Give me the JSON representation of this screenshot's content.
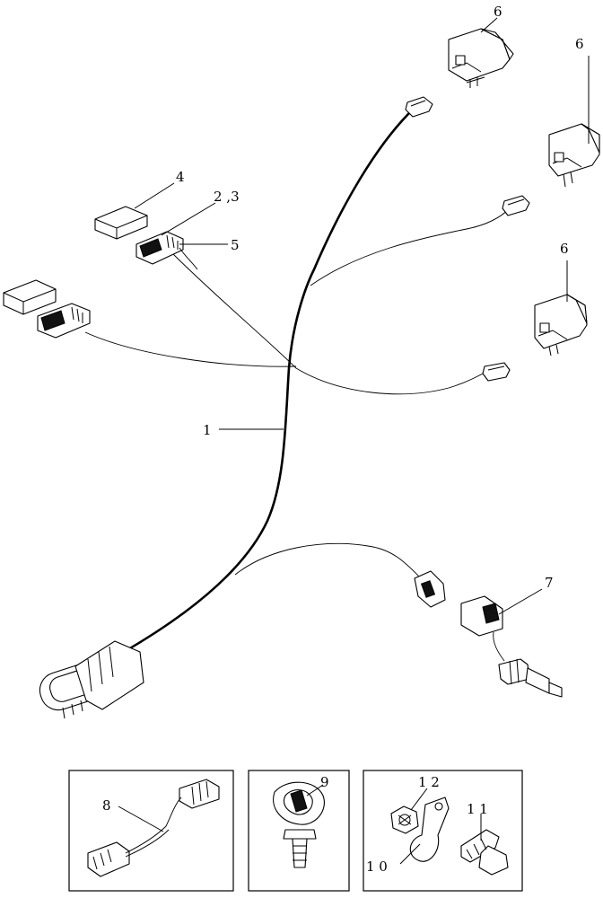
{
  "callouts": {
    "harness": "1",
    "connector_pair": "2  ,3",
    "cover": "4",
    "terminal": "5",
    "switch_top": "6",
    "switch_mid": "6",
    "switch_low": "6",
    "sensor": "7",
    "jumper": "8",
    "clamp": "9",
    "p_clip": "1 0",
    "bolt": "1 1",
    "nut": "1 2"
  }
}
